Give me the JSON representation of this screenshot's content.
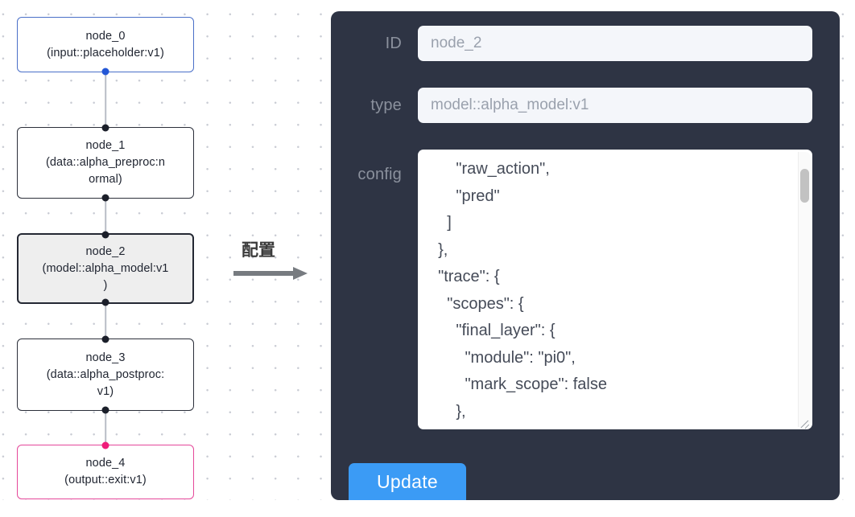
{
  "canvas": {
    "grid": "dotted",
    "nodes": [
      {
        "id": "node_0",
        "label": "node_0\n(input::placeholder:v1)",
        "kind": "input",
        "border_color": "#4a6fc8",
        "handle_color": "#2457d6",
        "selected": false
      },
      {
        "id": "node_1",
        "label": "node_1\n(data::alpha_preproc:n\normal)",
        "kind": "data",
        "border_color": "#2b2f3a",
        "handle_color": "#1b1f2a",
        "selected": false
      },
      {
        "id": "node_2",
        "label": "node_2\n(model::alpha_model:v1\n)",
        "kind": "model",
        "border_color": "#242833",
        "handle_color": "#1b1f2a",
        "selected": true
      },
      {
        "id": "node_3",
        "label": "node_3\n(data::alpha_postproc:\nv1)",
        "kind": "data",
        "border_color": "#2b2f3a",
        "handle_color": "#1b1f2a",
        "selected": false
      },
      {
        "id": "node_4",
        "label": "node_4\n(output::exit:v1)",
        "kind": "output",
        "border_color": "#e5489a",
        "handle_color": "#ef1d7a",
        "selected": false
      }
    ]
  },
  "annotation": {
    "label": "配置",
    "arrow_color": "#777b80",
    "arrow_direction": "right"
  },
  "panel": {
    "background": "#2e3444",
    "fields": [
      {
        "label": "ID",
        "value": "node_2"
      },
      {
        "label": "type",
        "value": "model::alpha_model:v1"
      }
    ],
    "config": {
      "label": "config",
      "value": "      \"raw_action\",\n      \"pred\"\n    ]\n  },\n  \"trace\": {\n    \"scopes\": {\n      \"final_layer\": {\n        \"module\": \"pi0\",\n        \"mark_scope\": false\n      },\n      \"action_model\": {",
      "scrollbar": {
        "visible": true,
        "thumb_position": "near-top"
      },
      "resizable": true
    },
    "update_button": {
      "label": "Update",
      "color": "#3b9bf5",
      "text_color": "#ffffff"
    }
  }
}
